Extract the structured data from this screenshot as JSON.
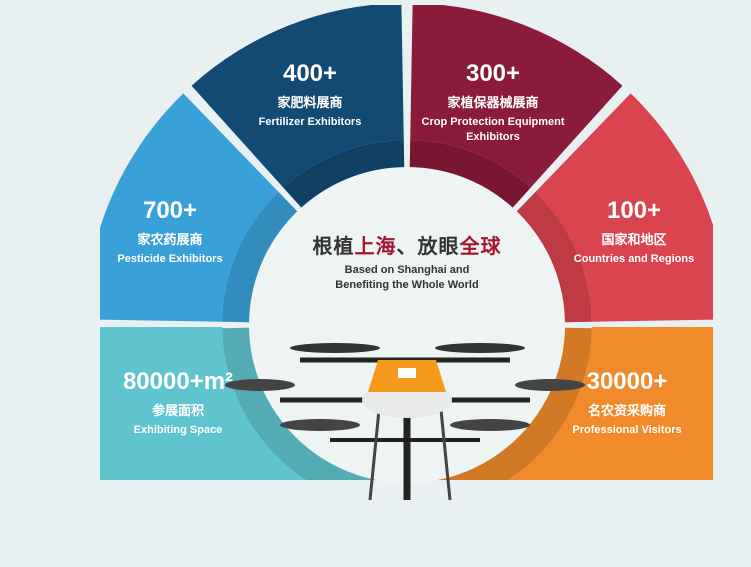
{
  "center": {
    "title_part1": "根植",
    "title_part2": "上海",
    "title_part3": "、放眼",
    "title_part4": "全球",
    "subtitle_line1": "Based on Shanghai and",
    "subtitle_line2": "Benefiting the Whole World"
  },
  "segments": [
    {
      "id": "fertilizer",
      "number": "400+",
      "cn": "家肥料展商",
      "en": "Fertilizer Exhibitors",
      "color": "#134a73"
    },
    {
      "id": "crop",
      "number": "300+",
      "cn": "家植保器械展商",
      "en": "Crop Protection Equipment Exhibitors",
      "color": "#8a1b3b"
    },
    {
      "id": "pesticide",
      "number": "700+",
      "cn": "家农药展商",
      "en": "Pesticide Exhibitors",
      "color": "#3aa0d8"
    },
    {
      "id": "countries",
      "number": "100+",
      "cn": "国家和地区",
      "en": "Countries and Regions",
      "color": "#d9444f"
    },
    {
      "id": "space",
      "number": "80000+m²",
      "cn": "参展面积",
      "en": "Exhibiting Space",
      "color": "#5fc4cd"
    },
    {
      "id": "visitors",
      "number": "30000+",
      "cn": "名农资采购商",
      "en": "Professional Visitors",
      "color": "#f08a2b"
    }
  ]
}
